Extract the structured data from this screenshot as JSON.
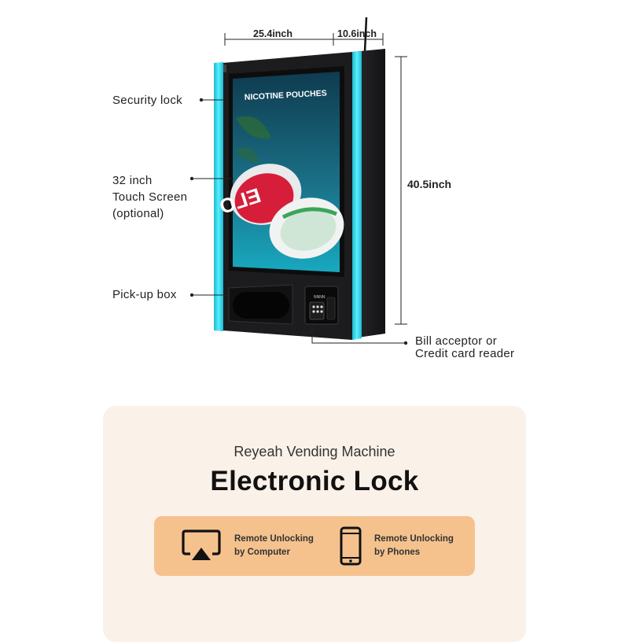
{
  "diagram": {
    "labels": {
      "security_lock": "Security lock",
      "touch_screen": [
        "32 inch",
        "Touch Screen",
        "(optional)"
      ],
      "pickup_box": "Pick-up box",
      "bill_acceptor": [
        "Bill acceptor or",
        "Credit card reader"
      ]
    },
    "dimensions": {
      "width": "25.4inch",
      "depth": "10.6inch",
      "height": "40.5inch"
    },
    "screen_text": "NICOTINE POUCHES",
    "product_text": "ELO",
    "reader_text": "NNNN",
    "colors": {
      "machine_body": "#1c1c1e",
      "accent_glow": "#2fd6e8",
      "screen_top": "#0f3b4f",
      "screen_bottom": "#17a9c0"
    }
  },
  "card": {
    "subtitle": "Reyeah Vending Machine",
    "title": "Electronic Lock",
    "features": [
      {
        "icon": "computer-screen-icon",
        "lines": [
          "Remote Unlocking",
          "by Computer"
        ]
      },
      {
        "icon": "smartphone-icon",
        "lines": [
          "Remote Unlocking",
          "by Phones"
        ]
      }
    ],
    "colors": {
      "background": "#faf1e8",
      "pill": "#f5c28e"
    }
  }
}
